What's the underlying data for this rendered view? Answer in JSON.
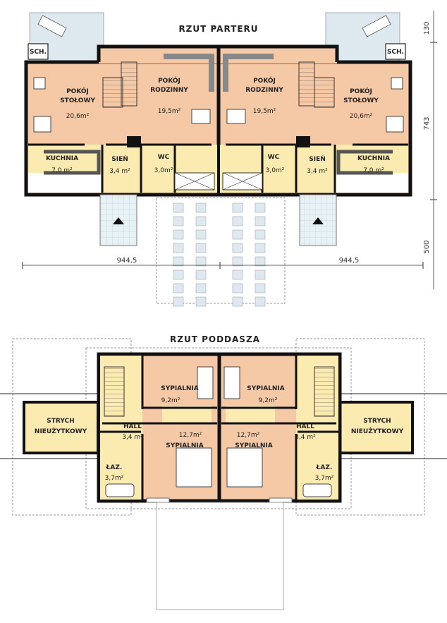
{
  "titles": {
    "ground": "RZUT PARTERU",
    "attic": "RZUT PODDASZA"
  },
  "dimensions": {
    "left_width": "944,5",
    "right_width": "944,5",
    "top": "130",
    "mid": "743",
    "bottom": "500"
  },
  "ground": {
    "sch": "SCH.",
    "dining": {
      "label1": "POKÓJ",
      "label2": "STOŁOWY",
      "area": "20,6m²"
    },
    "living": {
      "label1": "POKÓJ",
      "label2": "RODZINNY",
      "area": "19,5m²"
    },
    "kitchen": {
      "label": "KUCHNIA",
      "area": "7,0 m²"
    },
    "hall": {
      "label": "SIEŃ",
      "area": "3,4 m²"
    },
    "wc": {
      "label": "WC",
      "area": "3,0m²"
    }
  },
  "attic": {
    "bed1": {
      "label": "SYPIALNIA",
      "area": "9,2m²"
    },
    "bed2": {
      "label": "SYPIALNIA",
      "area": "12,7m²"
    },
    "hall": {
      "label": "HALL",
      "area": "3,4 m²"
    },
    "bath": {
      "label": "ŁAZ.",
      "area": "3,7m²"
    },
    "attic": {
      "label1": "STRYCH",
      "label2": "NIEUŻYTKOWY"
    }
  }
}
